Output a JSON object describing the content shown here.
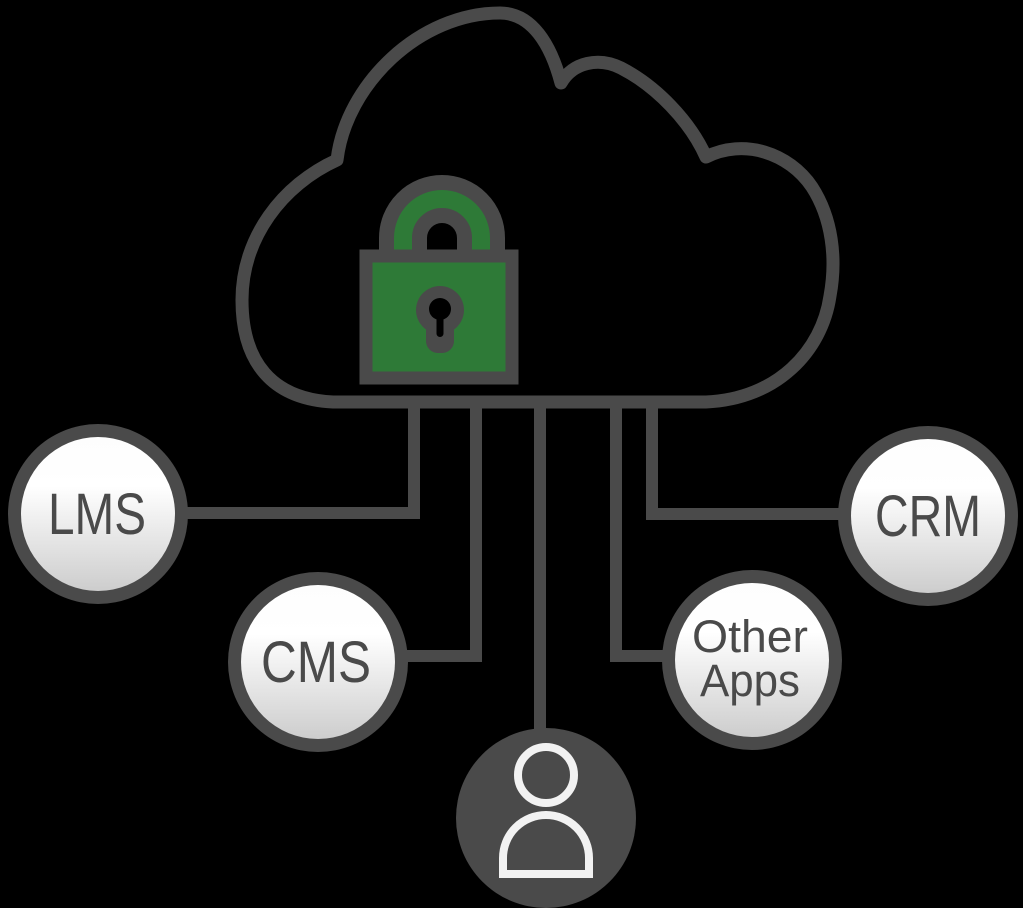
{
  "diagram": {
    "cloud": {
      "icon": "cloud-icon"
    },
    "lock": {
      "icon": "padlock-icon"
    },
    "nodes": {
      "lms": {
        "label": "LMS"
      },
      "cms": {
        "label": "CMS"
      },
      "crm": {
        "label": "CRM"
      },
      "other_apps": {
        "line1": "Other",
        "line2": "Apps"
      },
      "user": {
        "icon": "person-icon"
      }
    },
    "connections": [
      "cloud-to-lms",
      "cloud-to-cms",
      "cloud-to-user",
      "cloud-to-other-apps",
      "cloud-to-crm"
    ],
    "colors": {
      "outline_gray": "#4a4a4a",
      "lock_green": "#2e7a37",
      "person_icon_white": "#f2f2f2",
      "circle_gradient_top": "#ffffff",
      "circle_gradient_bottom": "#cdcdcd",
      "background": "#000000"
    }
  }
}
